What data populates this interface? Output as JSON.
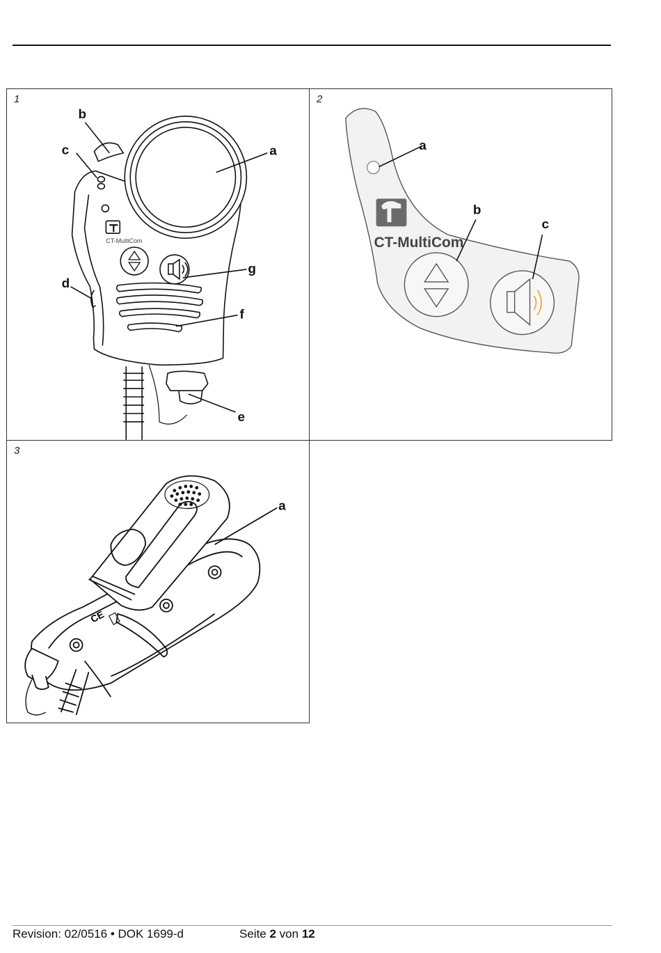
{
  "figures": [
    {
      "number": "1",
      "device_logo_label": "CT-MultiCom",
      "callouts": [
        "a",
        "b",
        "c",
        "d",
        "e",
        "f",
        "g"
      ]
    },
    {
      "number": "2",
      "device_logo_label": "CT-MultiCom",
      "callouts": [
        "a",
        "b",
        "c"
      ]
    },
    {
      "number": "3",
      "callouts": [
        "a"
      ]
    }
  ],
  "footer": {
    "revision": "Revision: 02/0516 • DOK 1699-d",
    "page_prefix": "Seite ",
    "page_current": "2",
    "page_middle": " von ",
    "page_total": "12"
  },
  "colors": {
    "line": "#111111",
    "panel_border": "#333333",
    "overlay_fill": "#f2f2f2",
    "speaker_accent": "#e8a030"
  }
}
